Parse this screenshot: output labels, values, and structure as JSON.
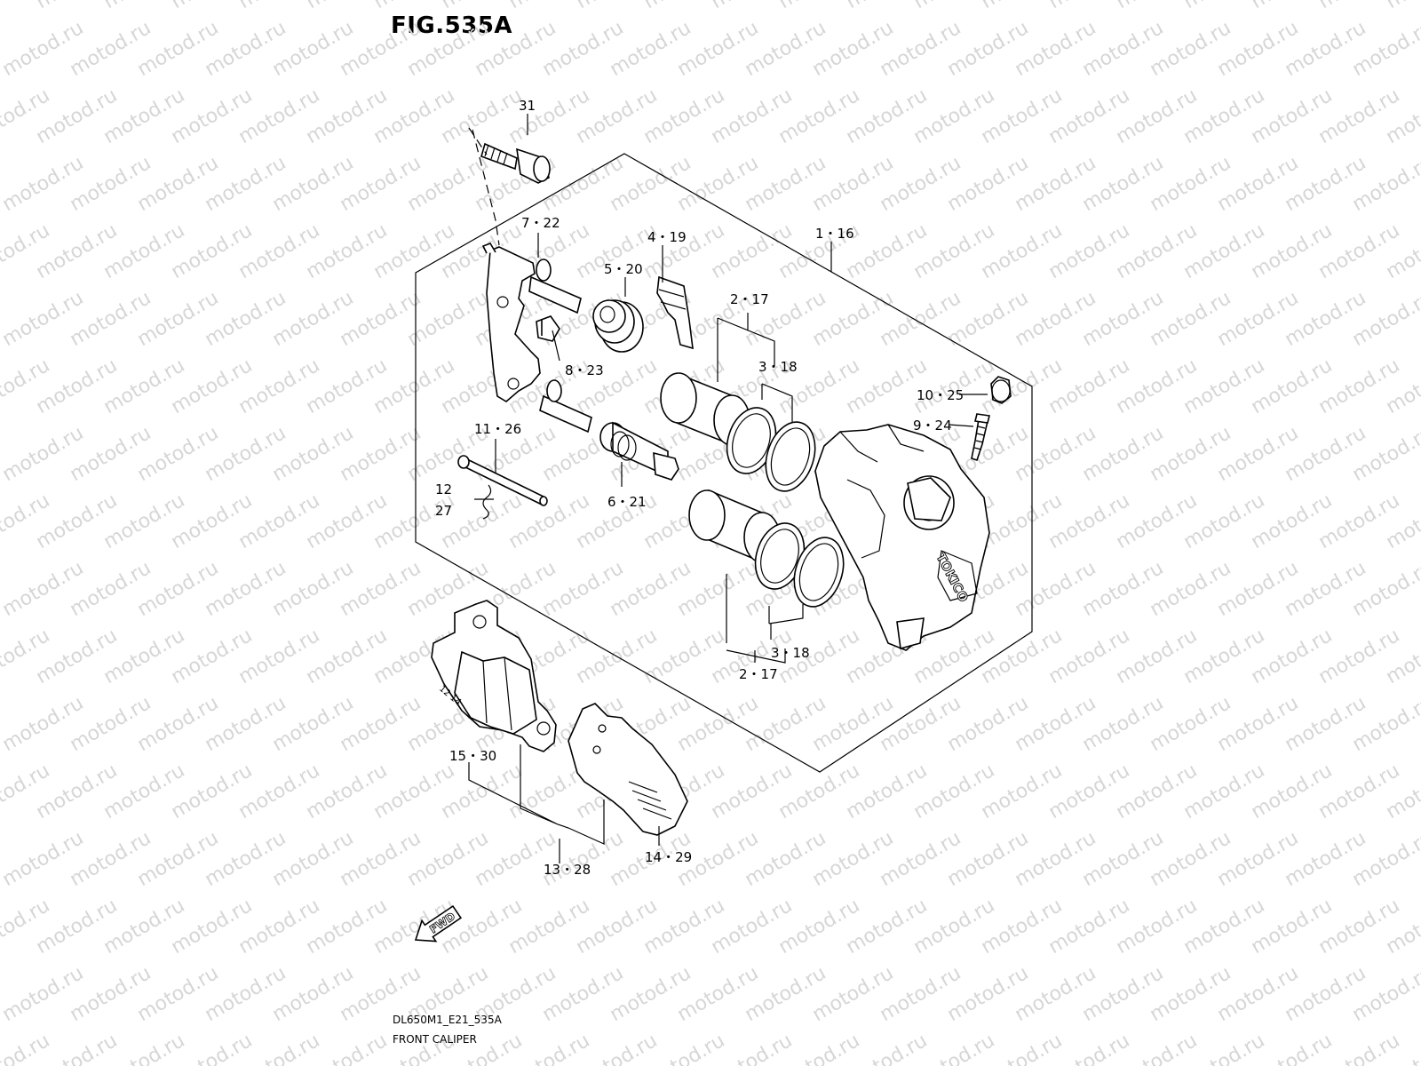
{
  "figure": {
    "title": "FIG.535A",
    "code": "DL650M1_E21_535A",
    "name": "FRONT CALIPER",
    "watermark": "motod.ru",
    "brand": "TOKICO",
    "fwd": "FWD",
    "pad_mark": "12 14"
  },
  "labels": [
    {
      "id": "31",
      "text": "31"
    },
    {
      "id": "7-22",
      "text": "7・22"
    },
    {
      "id": "4-19",
      "text": "4・19"
    },
    {
      "id": "5-20",
      "text": "5・20"
    },
    {
      "id": "1-16",
      "text": "1・16"
    },
    {
      "id": "2-17-top",
      "text": "2・17"
    },
    {
      "id": "8-23",
      "text": "8・23"
    },
    {
      "id": "3-18-top",
      "text": "3・18"
    },
    {
      "id": "10-25",
      "text": "10・25"
    },
    {
      "id": "9-24",
      "text": "9・24"
    },
    {
      "id": "11-26",
      "text": "11・26"
    },
    {
      "id": "12",
      "text": "12"
    },
    {
      "id": "27",
      "text": "27"
    },
    {
      "id": "6-21",
      "text": "6・21"
    },
    {
      "id": "3-18-bottom",
      "text": "3・18"
    },
    {
      "id": "2-17-bottom",
      "text": "2・17"
    },
    {
      "id": "15-30",
      "text": "15・30"
    },
    {
      "id": "14-29",
      "text": "14・29"
    },
    {
      "id": "13-28",
      "text": "13・28"
    }
  ]
}
